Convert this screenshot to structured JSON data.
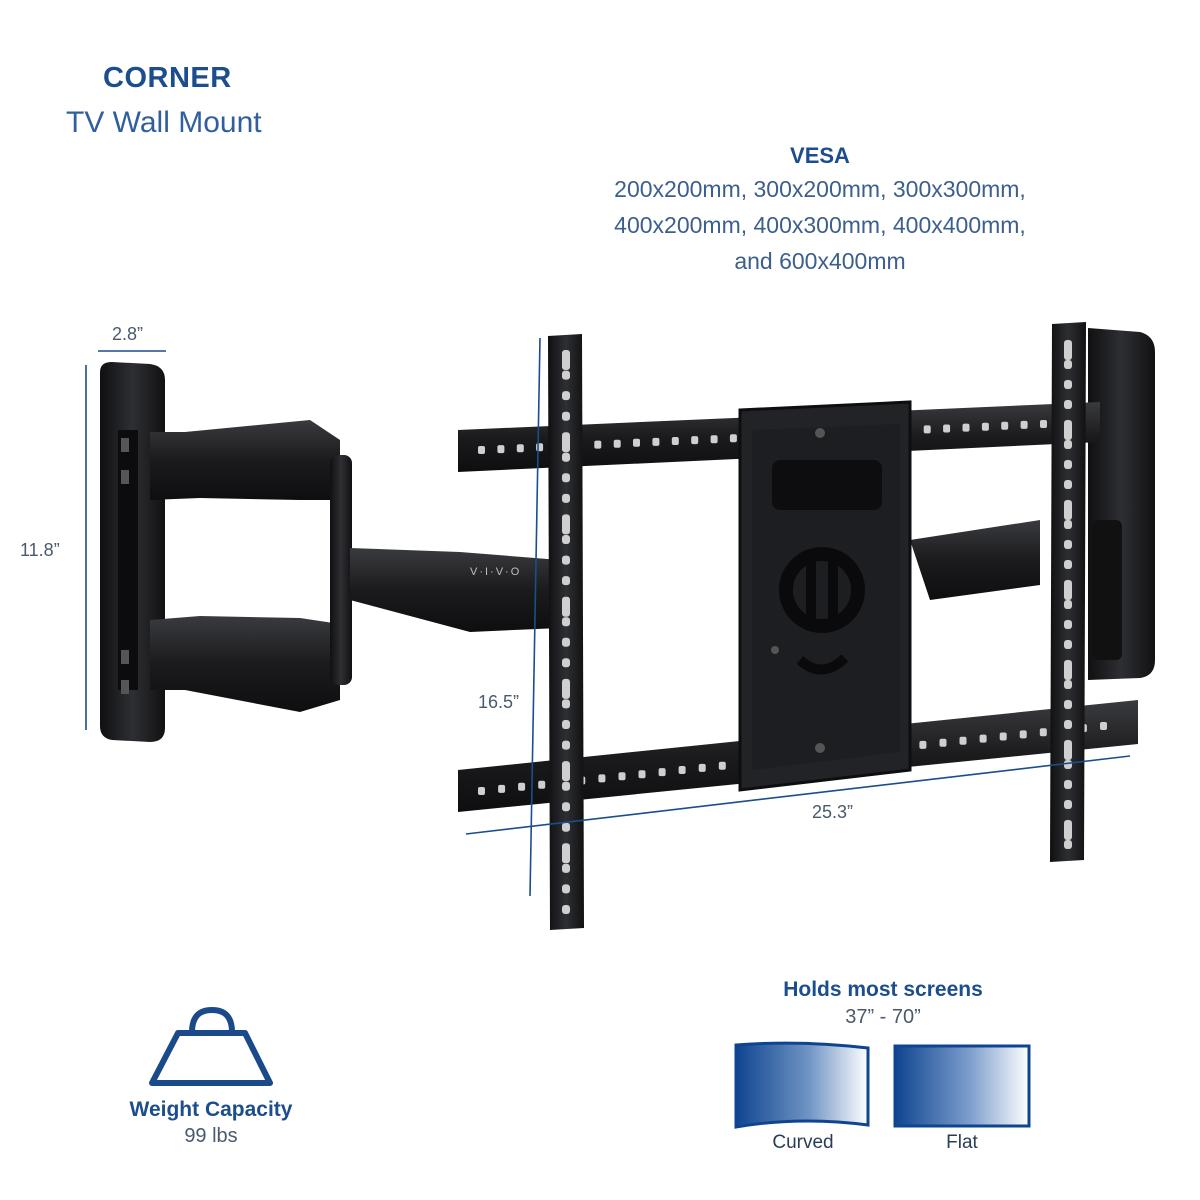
{
  "header": {
    "title_bold": "CORNER",
    "title_sub": "TV Wall Mount"
  },
  "vesa": {
    "heading": "VESA",
    "lines": [
      "200x200mm, 300x200mm, 300x300mm,",
      "400x200mm, 400x300mm, 400x400mm,",
      "and 600x400mm"
    ]
  },
  "dimensions": {
    "depth": "2.8”",
    "height": "11.8”",
    "plate_height": "16.5”",
    "plate_width": "25.3”"
  },
  "brand": "V·I·V·O",
  "weight": {
    "label": "Weight Capacity",
    "value": "99 lbs"
  },
  "screens": {
    "heading": "Holds most screens",
    "range": "37” - 70”",
    "curved_label": "Curved",
    "flat_label": "Flat"
  },
  "colors": {
    "accent_blue": "#1c4d8c",
    "mount_black": "#1b1b1d"
  }
}
